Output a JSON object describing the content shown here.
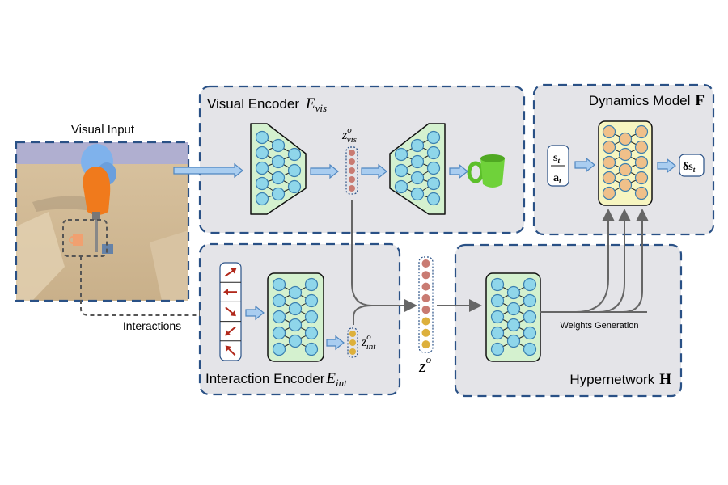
{
  "visual_input": {
    "label": "Visual Input"
  },
  "interactions": {
    "label": "Interactions"
  },
  "visual_encoder": {
    "title": "Visual Encoder",
    "symbol": "E",
    "subscript": "vis"
  },
  "interaction_encoder": {
    "title": "Interaction Encoder",
    "symbol": "E",
    "subscript": "int"
  },
  "dynamics_model": {
    "title": "Dynamics Model",
    "symbol": "F",
    "input_top": "s",
    "input_bottom": "a",
    "input_sub": "t",
    "output": "δs",
    "output_sub": "t"
  },
  "hypernetwork": {
    "title": "Hypernetwork",
    "symbol": "H",
    "weights_label": "Weights Generation"
  },
  "latents": {
    "z_vis": {
      "base": "z",
      "sup": "o",
      "sub": "vis"
    },
    "z_int": {
      "base": "z",
      "sup": "o",
      "sub": "int"
    },
    "z": {
      "base": "z",
      "sup": "o"
    }
  },
  "colors": {
    "panel_border": "#2a5186",
    "node_blue": "#8fd6ea",
    "node_orange": "#f0c08a",
    "net_green": "#d4f1cf",
    "net_yellow": "#f7f5c0",
    "latent_red": "#c97b72",
    "latent_yellow": "#ddb03c",
    "mug_green": "#6fd23a"
  }
}
